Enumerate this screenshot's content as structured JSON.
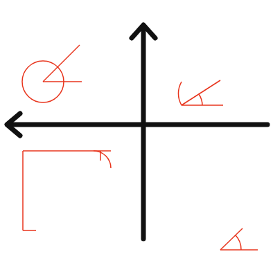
{
  "diagram": {
    "nodes": [
      {
        "text": [
          "45 degrees"
        ]
      },
      {
        "text": [
          "33 degrees"
        ]
      },
      {
        "text": [
          "90 degrees"
        ]
      },
      {
        "text": [
          "44 degrees"
        ]
      }
    ]
  }
}
